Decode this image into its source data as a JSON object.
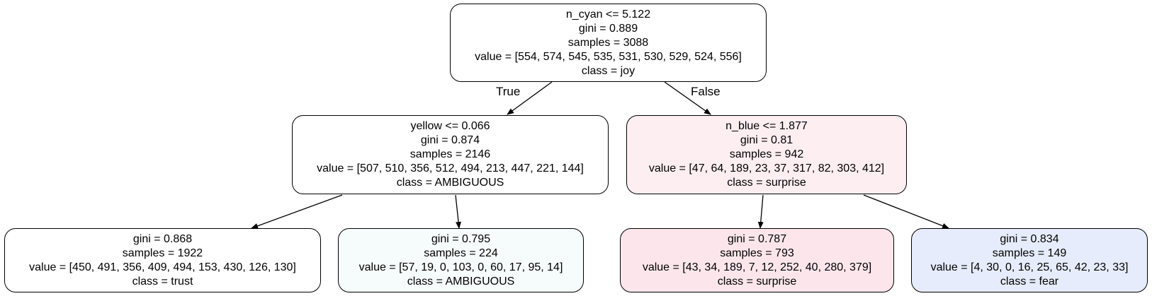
{
  "colors": {
    "white": "#ffffff",
    "ambiguous_light": "#f6fcfb",
    "surprise_light": "#fdeef2",
    "surprise_medium": "#fce6ec",
    "fear_light": "#e6ecfb"
  },
  "tree": {
    "root": {
      "split": "n_cyan <= 5.122",
      "gini": "gini = 0.889",
      "samples": "samples = 3088",
      "value": "value = [554, 574, 545, 535, 531, 530, 529, 524, 556]",
      "class": "class = joy"
    },
    "left": {
      "split": "yellow <= 0.066",
      "gini": "gini = 0.874",
      "samples": "samples = 2146",
      "value": "value = [507, 510, 356, 512, 494, 213, 447, 221, 144]",
      "class": "class = AMBIGUOUS"
    },
    "right": {
      "split": "n_blue <= 1.877",
      "gini": "gini = 0.81",
      "samples": "samples = 942",
      "value": "value = [47, 64, 189, 23, 37, 317, 82, 303, 412]",
      "class": "class = surprise"
    },
    "leaf_ll": {
      "gini": "gini = 0.868",
      "samples": "samples = 1922",
      "value": "value = [450, 491, 356, 409, 494, 153, 430, 126, 130]",
      "class": "class = trust"
    },
    "leaf_lr": {
      "gini": "gini = 0.795",
      "samples": "samples = 224",
      "value": "value = [57, 19, 0, 103, 0, 60, 17, 95, 14]",
      "class": "class = AMBIGUOUS"
    },
    "leaf_rl": {
      "gini": "gini = 0.787",
      "samples": "samples = 793",
      "value": "value = [43, 34, 189, 7, 12, 252, 40, 280, 379]",
      "class": "class = surprise"
    },
    "leaf_rr": {
      "gini": "gini = 0.834",
      "samples": "samples = 149",
      "value": "value = [4, 30, 0, 16, 25, 65, 42, 23, 33]",
      "class": "class = fear"
    }
  },
  "edge_labels": {
    "true": "True",
    "false": "False"
  }
}
